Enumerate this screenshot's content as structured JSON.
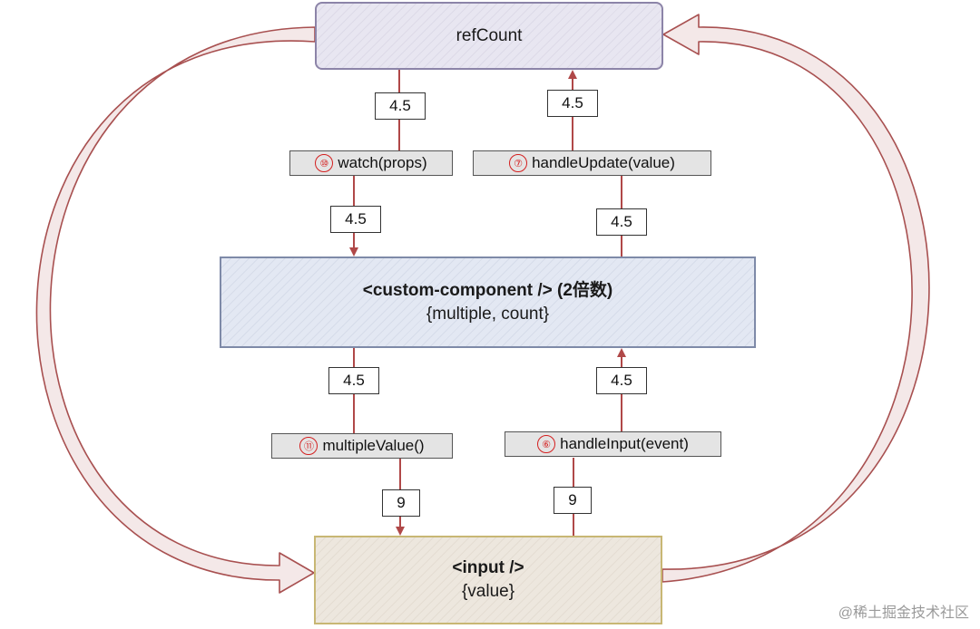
{
  "nodes": {
    "ref_count": {
      "title": "refCount"
    },
    "custom_component": {
      "title": "<custom-component />  (2倍数)",
      "props": "{multiple, count}"
    },
    "input": {
      "title": "<input />",
      "props": "{value}"
    }
  },
  "edge_values": {
    "ref_left_top": "4.5",
    "ref_left_bottom": "4.5",
    "ref_right_top": "4.5",
    "ref_right_bottom": "4.5",
    "comp_left_top": "4.5",
    "comp_left_bottom": "9",
    "comp_right_top": "4.5",
    "comp_right_bottom": "9"
  },
  "steps": {
    "watch": {
      "num": "⑩",
      "label": "watch(props)"
    },
    "handle_update": {
      "num": "⑦",
      "label": "handleUpdate(value)"
    },
    "multiple_value": {
      "num": "⑪",
      "label": "multipleValue()"
    },
    "handle_input": {
      "num": "⑥",
      "label": "handleInput(event)"
    }
  },
  "watermark": "@稀土掘金技术社区",
  "colors": {
    "edge": "#b04848",
    "loop_fill": "#f4e8e8",
    "loop_stroke": "#a85050",
    "step_number": "#d42020"
  }
}
